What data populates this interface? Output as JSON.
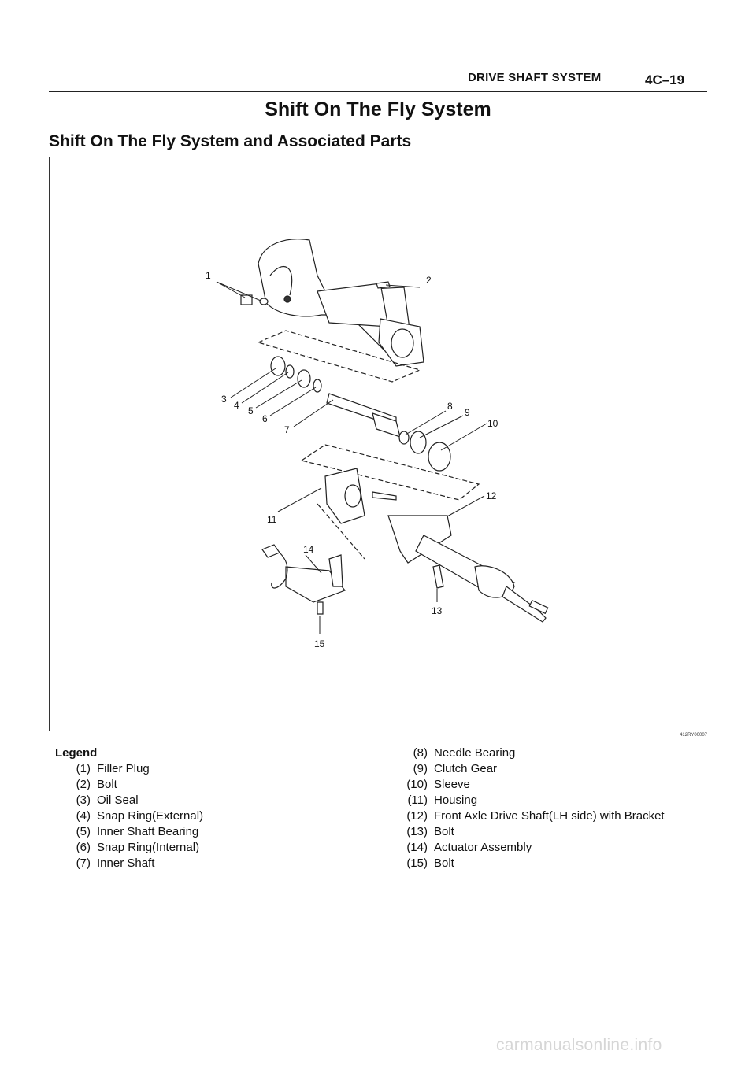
{
  "header": {
    "section": "DRIVE SHAFT SYSTEM",
    "page": "4C–19"
  },
  "title": "Shift On The Fly System",
  "subtitle": "Shift On The Fly System and Associated Parts",
  "figure": {
    "id": "412RY00007",
    "callouts": [
      "1",
      "2",
      "3",
      "4",
      "5",
      "6",
      "7",
      "8",
      "9",
      "10",
      "11",
      "12",
      "13",
      "14",
      "15"
    ]
  },
  "legend": {
    "title": "Legend",
    "items": [
      {
        "num": "(1)",
        "text": "Filler Plug"
      },
      {
        "num": "(2)",
        "text": "Bolt"
      },
      {
        "num": "(3)",
        "text": "Oil Seal"
      },
      {
        "num": "(4)",
        "text": "Snap Ring(External)"
      },
      {
        "num": "(5)",
        "text": "Inner Shaft Bearing"
      },
      {
        "num": "(6)",
        "text": "Snap Ring(Internal)"
      },
      {
        "num": "(7)",
        "text": "Inner Shaft"
      },
      {
        "num": "(8)",
        "text": "Needle Bearing"
      },
      {
        "num": "(9)",
        "text": "Clutch Gear"
      },
      {
        "num": "(10)",
        "text": "Sleeve"
      },
      {
        "num": "(11)",
        "text": "Housing"
      },
      {
        "num": "(12)",
        "text": "Front Axle Drive Shaft(LH side) with Bracket"
      },
      {
        "num": "(13)",
        "text": "Bolt"
      },
      {
        "num": "(14)",
        "text": "Actuator Assembly"
      },
      {
        "num": "(15)",
        "text": "Bolt"
      }
    ]
  },
  "watermark": "carmanualsonline.info"
}
